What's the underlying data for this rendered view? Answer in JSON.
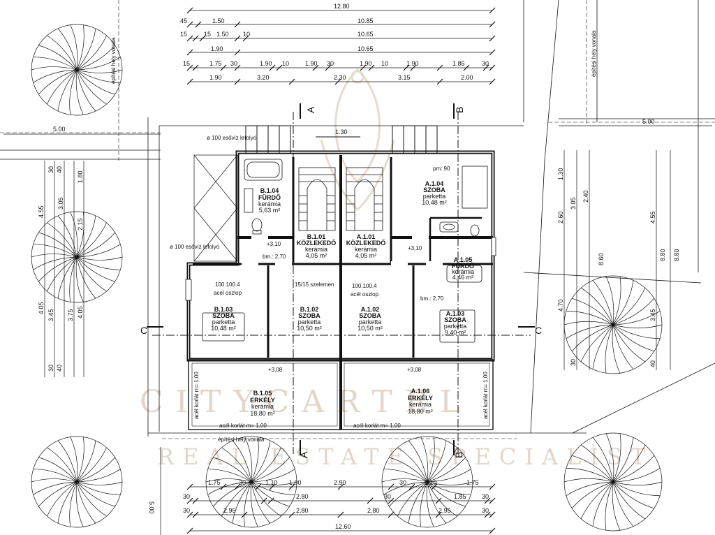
{
  "top_dimensions": {
    "overall": "12.80",
    "row1": [
      "45",
      "1.50",
      "10.85"
    ],
    "row2": [
      "15",
      "15",
      "1.50",
      "10",
      "10.65"
    ],
    "row3": [
      "1.90",
      "10.65"
    ],
    "row4": [
      "15",
      "1.75",
      "30",
      "1.90",
      "10",
      "1.90",
      "30",
      "1.90",
      "10",
      "1.90",
      "1.85",
      "30"
    ],
    "row5": [
      "1.90",
      "3.20",
      "2.30",
      "3.15",
      "2.00"
    ]
  },
  "bottom_dimensions": {
    "overall": "12.60",
    "row1": [
      "1.75",
      "30",
      "1.10",
      "1.00",
      "2.90",
      "30",
      "1.10",
      "1.75"
    ],
    "row2": [
      "30",
      "2.80",
      "30",
      "1.85",
      "30"
    ],
    "row3": [
      "30",
      "2.95",
      "2.80",
      "2.80",
      "2.95",
      "30"
    ],
    "left_vertical": "5.00"
  },
  "left_dimensions": {
    "top_width": "5.00",
    "vertical": [
      "4.55",
      "3.05",
      "4.05",
      "3.45",
      "3.75",
      "4.05",
      "1.80",
      "2.15",
      "30",
      "40",
      "30",
      "40"
    ]
  },
  "right_dimensions": {
    "top_width": "5.00",
    "vertical": [
      "1.30",
      "2.60",
      "3.05",
      "2.40",
      "4.55",
      "8.60",
      "8.80",
      "8.80",
      "4.70",
      "3.45",
      "30",
      "40"
    ]
  },
  "rooms": [
    {
      "code": "B.1.04",
      "name": "FÜRDŐ",
      "floor": "kerámia",
      "area": "5,63 m²"
    },
    {
      "code": "B.1.01",
      "name": "KÖZLEKEDŐ",
      "floor": "kerámia",
      "area": "4,05 m²"
    },
    {
      "code": "A.1.01",
      "name": "KÖZLEKEDŐ",
      "floor": "kerámia",
      "area": "4,05 m²"
    },
    {
      "code": "A.1.04",
      "name": "SZOBA",
      "floor": "parketta",
      "area": "10,48 m²"
    },
    {
      "code": "A.1.05",
      "name": "FÜRDŐ",
      "floor": "kerámia",
      "area": "4,46 m²"
    },
    {
      "code": "B.1.03",
      "name": "SZOBA",
      "floor": "parketta",
      "area": "10,48 m²"
    },
    {
      "code": "B.1.02",
      "name": "SZOBA",
      "floor": "parketta",
      "area": "10,50 m²"
    },
    {
      "code": "A.1.02",
      "name": "SZOBA",
      "floor": "parketta",
      "area": "10,50 m²"
    },
    {
      "code": "A.1.03",
      "name": "SZOBA",
      "floor": "parketta",
      "area": "9,40 m²"
    },
    {
      "code": "B.1.05",
      "name": "ERKÉLY",
      "floor": "kerámia",
      "area": "18,80 m²"
    },
    {
      "code": "A.1.06",
      "name": "ERKÉLY",
      "floor": "kerámia",
      "area": "18,80 m²"
    }
  ],
  "notes": {
    "downpipe": "ø 100 esővíz lefolyó",
    "downpipe2": "ø 100 esővíz lefolyó",
    "level1": "+3,10",
    "level2": "+3,10",
    "level3": "+3,08",
    "level4": "+3,08",
    "bm1": "bm.: 2,70",
    "bm2": "bm.: 2,70",
    "pm": "pm: 90",
    "steel_col1": "100.100.4",
    "steel_col1_lbl": "acél oszlop",
    "steel_col2": "100.100.4",
    "steel_col2_lbl": "acél oszlop",
    "purlin": "15/15 szelemen",
    "railing1": "acél korlát m= 1,00",
    "railing2": "acél korlát m= 1,00",
    "railing_side1": "acél korlát m= 1,00",
    "railing_side2": "acél korlát m= 1,00",
    "building_line_top": "építési hely vonala",
    "building_line_right": "építési hely vonala",
    "building_line_bottom": "építési hely vonala",
    "top_opening": "1.30"
  },
  "section_labels": {
    "a": "A",
    "b": "B",
    "c": "C"
  },
  "watermark": {
    "line1": "CITYCARTEL",
    "line2": "REAL ESTATE SPECIALIST"
  },
  "colors": {
    "line": "#111111",
    "watermark": "#e2d6c8"
  }
}
